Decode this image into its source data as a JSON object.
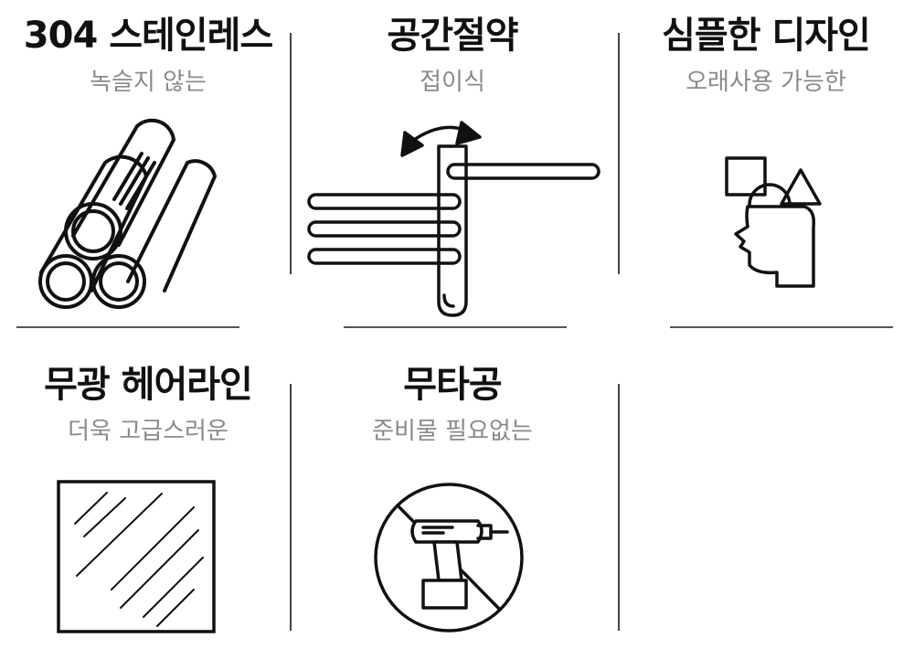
{
  "features": [
    {
      "title": "304 스테인레스",
      "subtitle": "녹슬지 않는",
      "icon": "pipes-icon"
    },
    {
      "title": "공간절약",
      "subtitle": "접이식",
      "icon": "folding-rack-icon"
    },
    {
      "title": "심플한 디자인",
      "subtitle": "오래사용 가능한",
      "icon": "head-shapes-icon"
    },
    {
      "title": "무광 헤어라인",
      "subtitle": "더욱 고급스러운",
      "icon": "hairline-panel-icon"
    },
    {
      "title": "무타공",
      "subtitle": "준비물 필요없는",
      "icon": "no-drill-icon"
    }
  ]
}
